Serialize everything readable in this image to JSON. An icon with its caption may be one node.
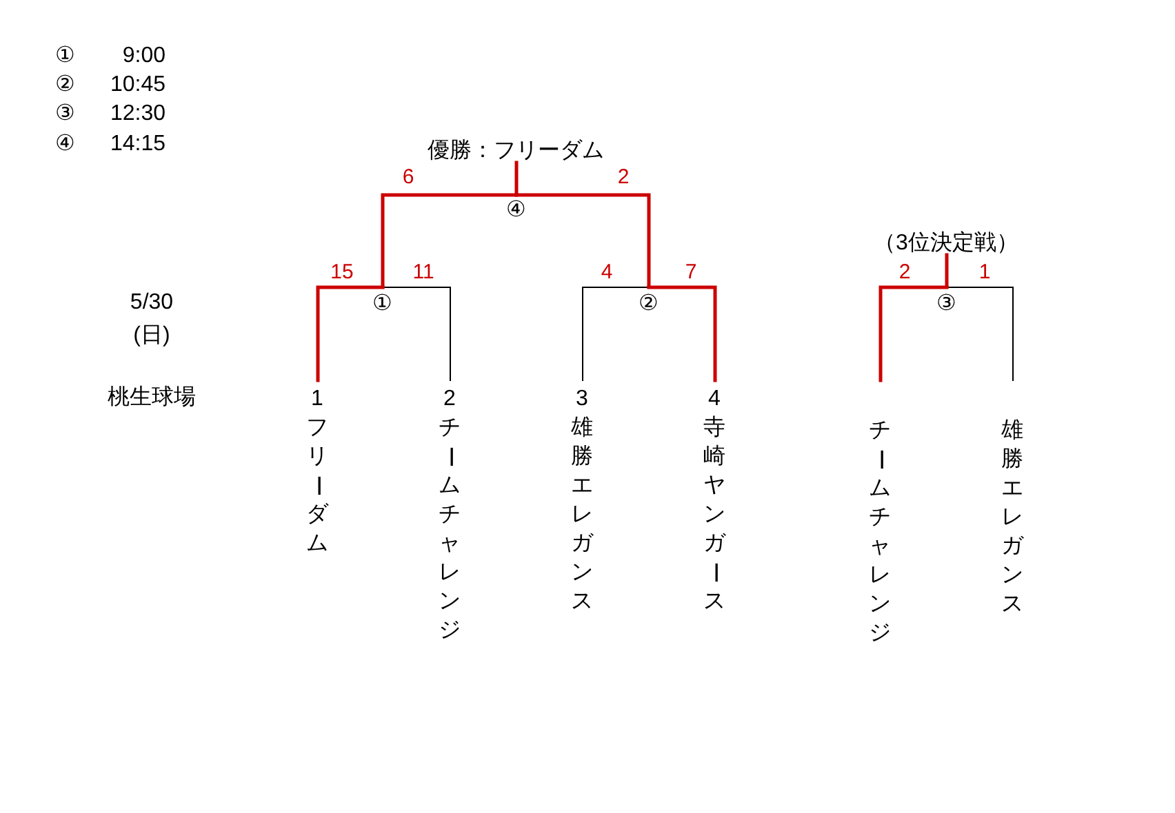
{
  "diagram": {
    "nodes": [
      {
        "text": [
          "優勝：フリーダム"
        ]
      },
      {
        "text": [
          "④"
        ]
      },
      {
        "text": [
          "（3位決定戦）"
        ]
      },
      {
        "text": [
          "①"
        ]
      },
      {
        "text": [
          "②"
        ]
      },
      {
        "text": [
          "③"
        ]
      },
      {
        "text": [
          "1",
          "フリーダム"
        ]
      },
      {
        "text": [
          "2",
          "チームチャレンジ"
        ]
      },
      {
        "text": [
          "3",
          "雄勝エレガンス"
        ]
      },
      {
        "text": [
          "4",
          "寺崎ヤンガース"
        ]
      },
      {
        "text": [
          "チームチャレンジ"
        ]
      },
      {
        "text": [
          "雄勝エレガンス"
        ]
      }
    ],
    "edges": [
      {
        "from": 6,
        "to": 3,
        "arrow": "none",
        "label": "15",
        "color": "#cc0000"
      },
      {
        "from": 7,
        "to": 3,
        "arrow": "none",
        "label": "11",
        "color": "#000000"
      },
      {
        "from": 8,
        "to": 4,
        "arrow": "none",
        "label": "4",
        "color": "#000000"
      },
      {
        "from": 9,
        "to": 4,
        "arrow": "none",
        "label": "7",
        "color": "#cc0000"
      },
      {
        "from": 3,
        "to": 1,
        "arrow": "none",
        "label": "6",
        "color": "#cc0000"
      },
      {
        "from": 4,
        "to": 1,
        "arrow": "none",
        "label": "2",
        "color": "#cc0000"
      },
      {
        "from": 1,
        "to": 0,
        "arrow": "none",
        "color": "#cc0000"
      },
      {
        "from": 10,
        "to": 5,
        "arrow": "none",
        "label": "2",
        "color": "#cc0000"
      },
      {
        "from": 11,
        "to": 5,
        "arrow": "none",
        "label": "1",
        "color": "#000000"
      },
      {
        "from": 5,
        "to": 2,
        "arrow": "none",
        "color": "#cc0000"
      }
    ],
    "labels": [
      "①",
      "9:00",
      "②",
      "10:45",
      "③",
      "12:30",
      "④",
      "14:15",
      "5/30 (日)",
      "桃生球場"
    ]
  }
}
